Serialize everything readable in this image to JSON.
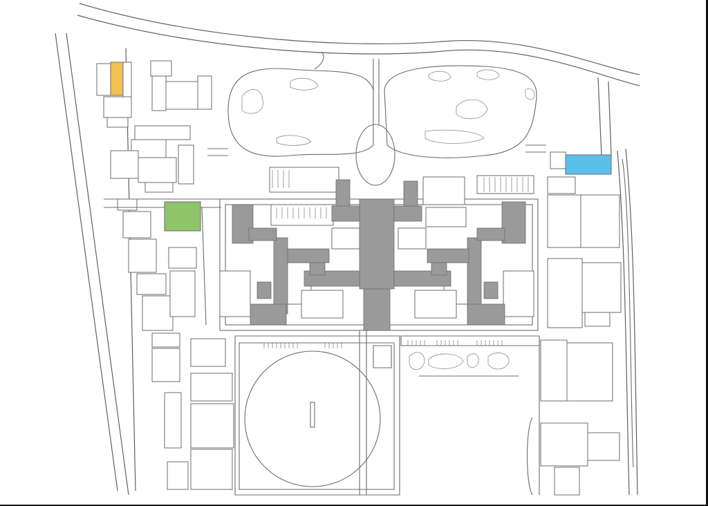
{
  "map": {
    "colors": {
      "background": "#ffffff",
      "linework": "#6b6b6b",
      "main_building": "#9a9a9a",
      "highlight_yellow": "#f2c14e",
      "highlight_green": "#8fc46a",
      "highlight_blue": "#5bbfec",
      "frame": "#111111"
    },
    "highlights": [
      {
        "name": "yellow-building",
        "color": "#f2c14e"
      },
      {
        "name": "green-area",
        "color": "#8fc46a"
      },
      {
        "name": "blue-pool",
        "color": "#5bbfec"
      }
    ]
  }
}
